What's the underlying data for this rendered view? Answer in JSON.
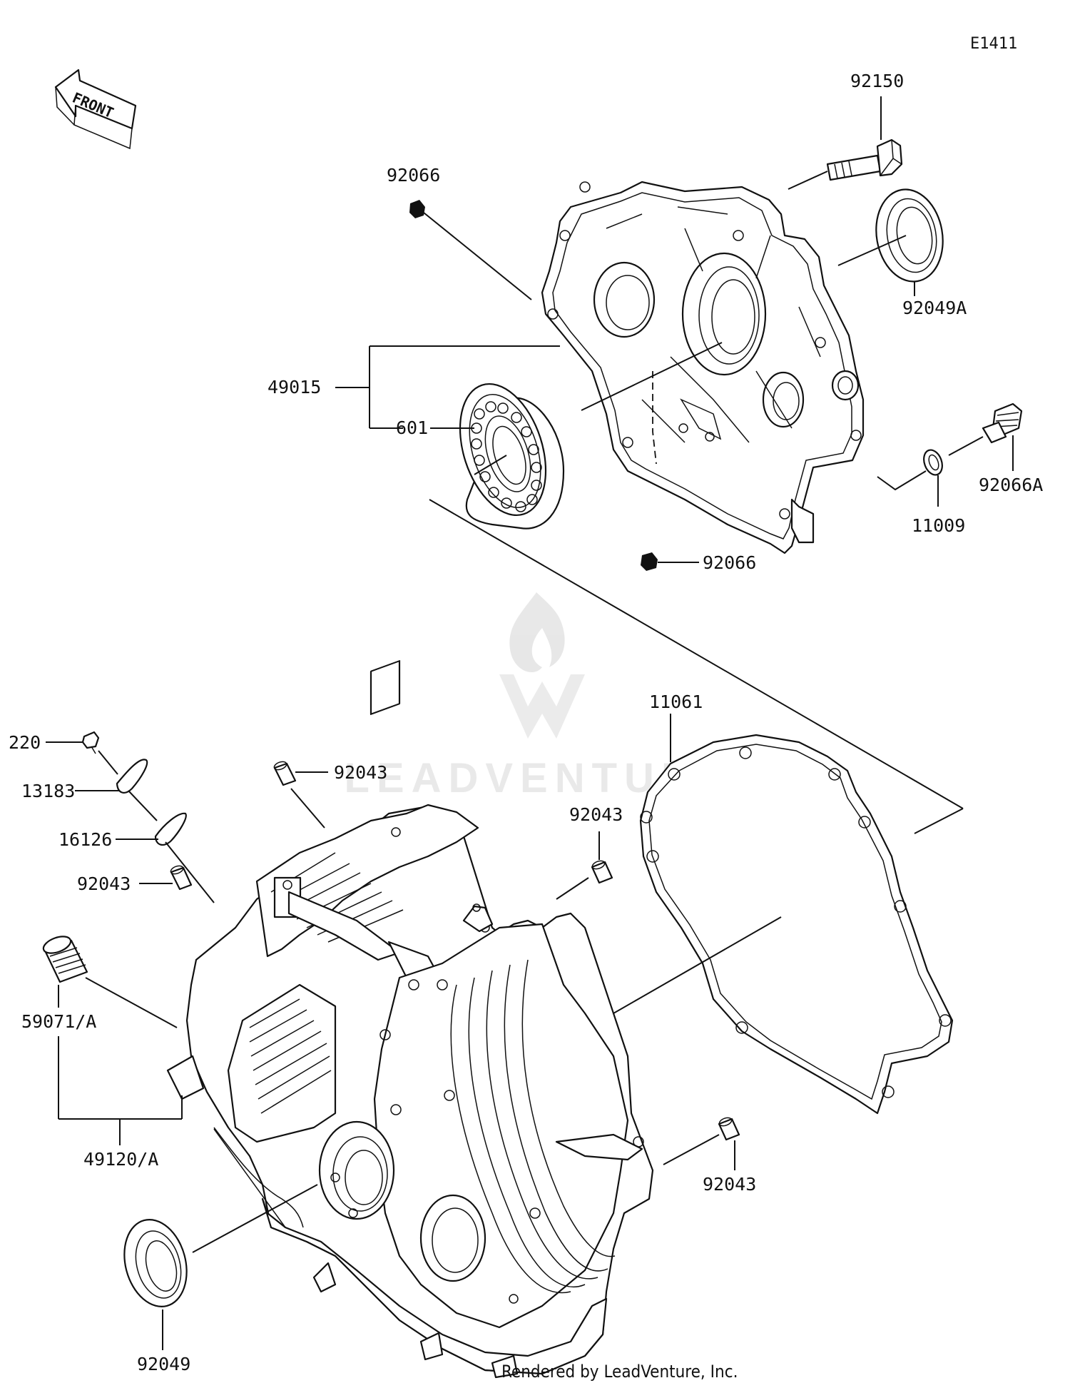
{
  "diagram_code": "E1411",
  "front_arrow_label": "FRONT",
  "watermark": "LEADVENTURE",
  "credit": "Rendered by LeadVenture, Inc.",
  "callouts": {
    "p92150": "92150",
    "p92066_top": "92066",
    "p92049A": "92049A",
    "p49015": "49015",
    "p601": "601",
    "p92066A": "92066A",
    "p11009": "11009",
    "p92066_bottom": "92066",
    "p11061": "11061",
    "p220": "220",
    "p13183": "13183",
    "p92043_a": "92043",
    "p16126": "16126",
    "p92043_b": "92043",
    "p92043_c": "92043",
    "p59071A": "59071/A",
    "p49120A": "49120/A",
    "p92043_d": "92043",
    "p92049": "92049"
  }
}
